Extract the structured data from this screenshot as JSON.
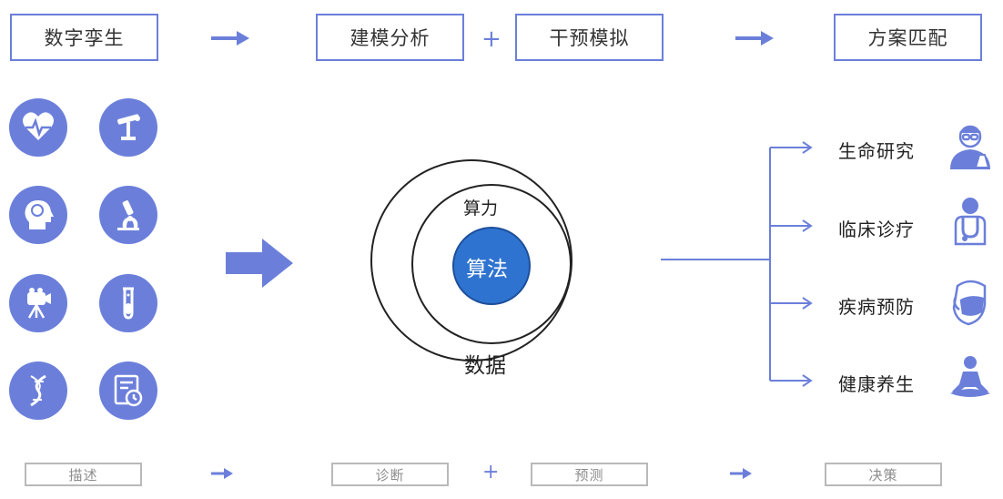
{
  "top_stages": {
    "s1": "数字孪生",
    "s2": "建模分析",
    "s3": "干预模拟",
    "s4": "方案匹配"
  },
  "bottom_labels": {
    "l1": "描述",
    "l2": "诊断",
    "l3": "预测",
    "l4": "决策"
  },
  "operators": {
    "plus": "+"
  },
  "core": {
    "inner": "算法",
    "middle": "算力",
    "outer": "数据"
  },
  "outcomes": [
    "生命研究",
    "临床诊疗",
    "疾病预防",
    "健康养生"
  ],
  "input_icons": [
    "heart-pulse-icon",
    "surgical-microscope-icon",
    "brain-head-icon",
    "microscope-icon",
    "camera-tripod-icon",
    "test-tube-icon",
    "dna-icon",
    "report-clock-icon"
  ],
  "outcome_icons": [
    "scientist-icon",
    "doctor-icon",
    "mask-icon",
    "meditation-icon"
  ],
  "colors": {
    "accent": "#6b7fda",
    "core_fill": "#2f73d0",
    "label_border": "#b9b9b9"
  }
}
